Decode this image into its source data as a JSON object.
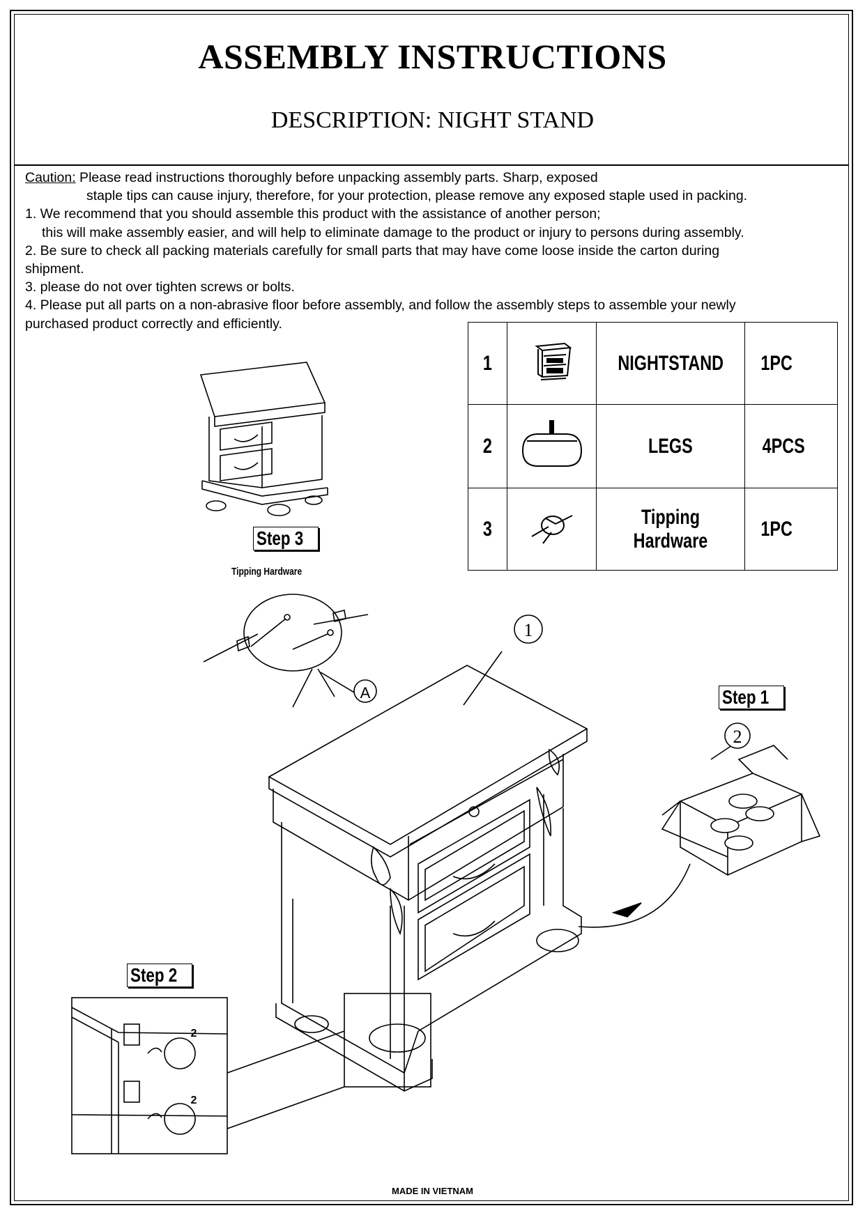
{
  "header": {
    "title": "ASSEMBLY INSTRUCTIONS",
    "description": "DESCRIPTION: NIGHT  STAND"
  },
  "notes": {
    "caution_label": "Caution:",
    "caution_line1": " Please read instructions thoroughly before unpacking assembly parts. Sharp, exposed",
    "caution_line2": "staple tips can cause injury, therefore, for your protection, please remove any exposed staple used in packing.",
    "item1_line1": "1. We recommend that you should assemble this product with the assistance of another person;",
    "item1_line2": "this will make assembly easier, and will help to eliminate damage to the product or injury to persons during assembly.",
    "item2_line1": "2. Be sure to check all packing materials carefully for small parts that may have come loose inside the carton during",
    "item2_line2": "shipment.",
    "item3": "3. please do not over tighten screws or bolts.",
    "item4_line1": "4. Please put all parts on a non-abrasive floor before assembly, and follow the assembly steps to assemble your newly",
    "item4_line2": "purchased product correctly and efficiently."
  },
  "parts": [
    {
      "no": "1",
      "icon": "nightstand-icon",
      "name": "NIGHTSTAND",
      "qty": "1PC"
    },
    {
      "no": "2",
      "icon": "leg-icon",
      "name": "LEGS",
      "qty": "4PCS"
    },
    {
      "no": "3",
      "icon": "tipping-hardware-icon",
      "name": "Tipping Hardware",
      "qty": "1PC"
    }
  ],
  "steps": {
    "step1": "Step 1",
    "step2": "Step 2",
    "step3": "Step 3",
    "step3_caption": "Tipping Hardware"
  },
  "callouts": {
    "c1": "1",
    "c2": "2",
    "cA": "A",
    "knob1": "2",
    "knob2": "2"
  },
  "footer": {
    "made_in": "MADE IN VIETNAM"
  }
}
